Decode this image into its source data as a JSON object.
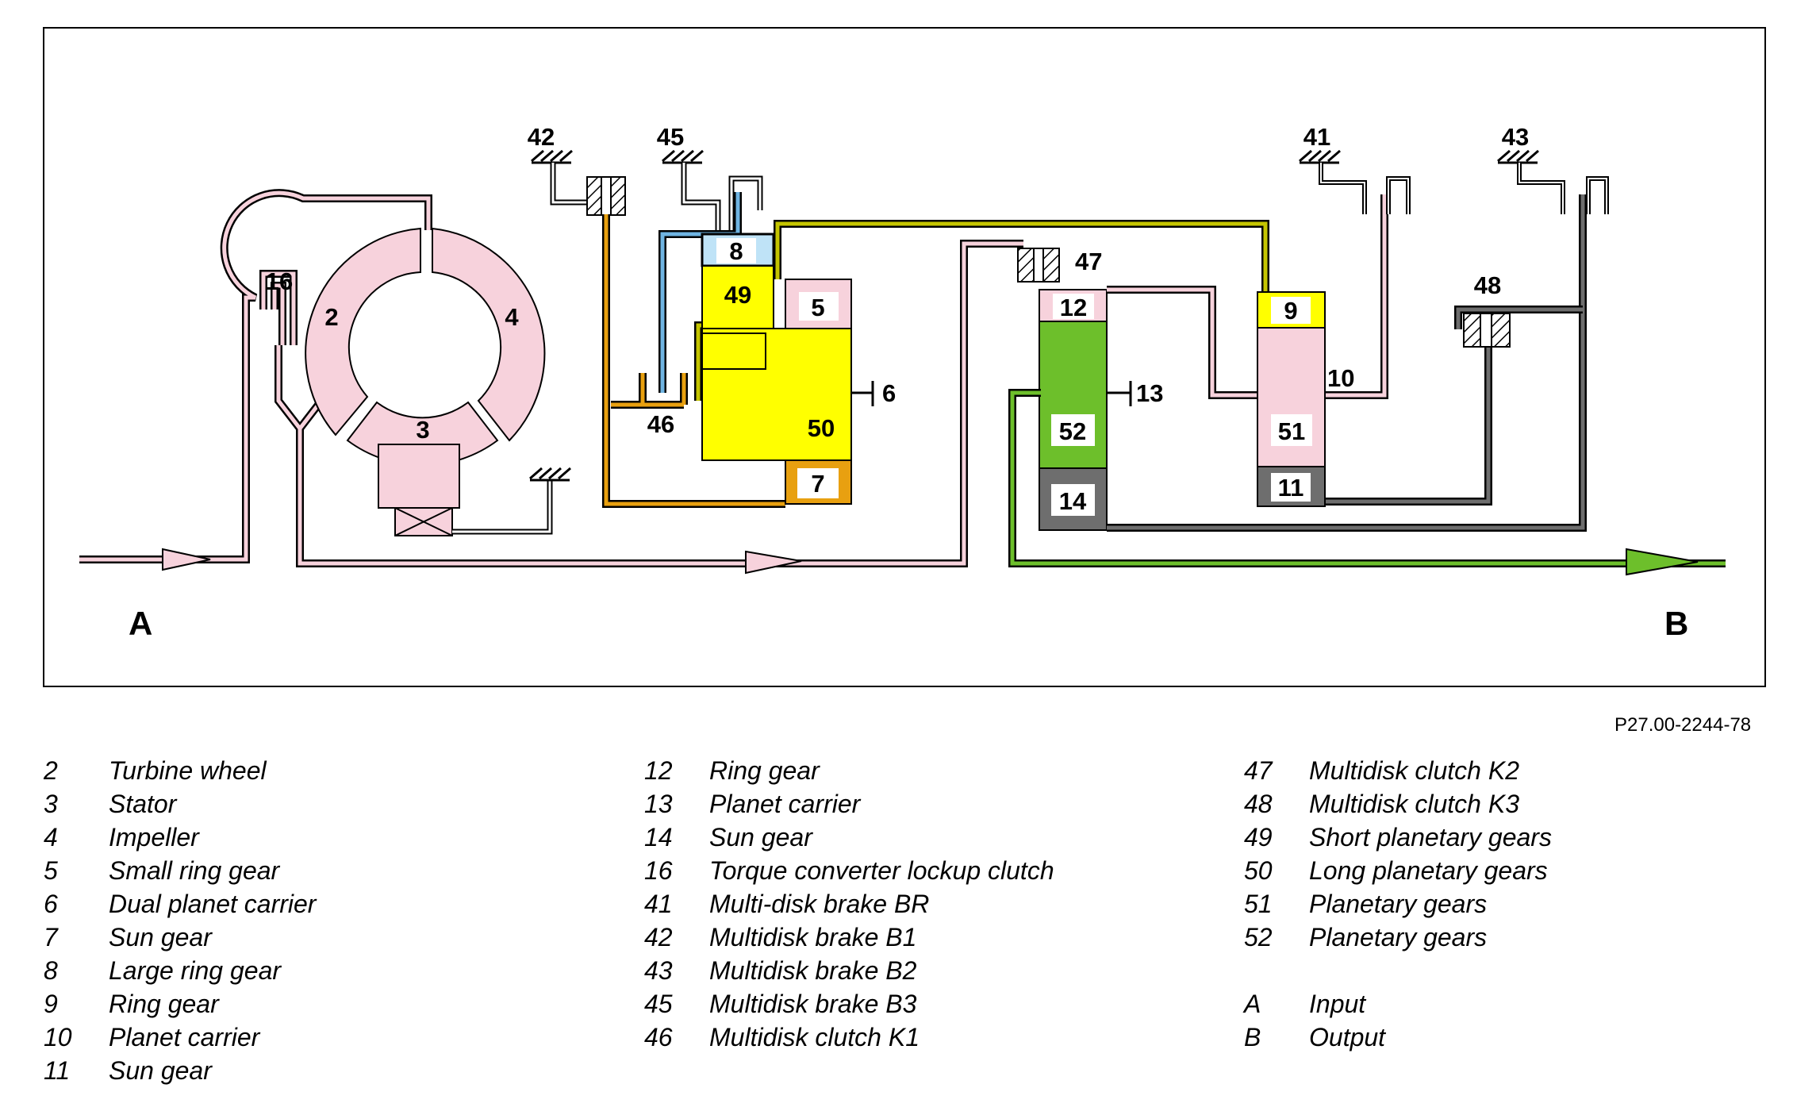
{
  "figure_ref": "P27.00-2244-78",
  "diagram_labels": {
    "l2": "2",
    "l3": "3",
    "l4": "4",
    "l5": "5",
    "l6": "6",
    "l7": "7",
    "l8": "8",
    "l9": "9",
    "l10": "10",
    "l11": "11",
    "l12": "12",
    "l13": "13",
    "l14": "14",
    "l16": "16",
    "l41": "41",
    "l42": "42",
    "l43": "43",
    "l45": "45",
    "l46": "46",
    "l47": "47",
    "l48": "48",
    "l49": "49",
    "l50": "50",
    "l51": "51",
    "l52": "52",
    "input": "A",
    "output": "B"
  },
  "legend": {
    "col1": [
      {
        "num": "2",
        "text": "Turbine wheel"
      },
      {
        "num": "3",
        "text": "Stator"
      },
      {
        "num": "4",
        "text": "Impeller"
      },
      {
        "num": "5",
        "text": "Small ring gear"
      },
      {
        "num": "6",
        "text": "Dual planet carrier"
      },
      {
        "num": "7",
        "text": "Sun gear"
      },
      {
        "num": "8",
        "text": "Large ring gear"
      },
      {
        "num": "9",
        "text": "Ring gear"
      },
      {
        "num": "10",
        "text": "Planet carrier"
      },
      {
        "num": "11",
        "text": "Sun gear"
      }
    ],
    "col2": [
      {
        "num": "12",
        "text": "Ring gear"
      },
      {
        "num": "13",
        "text": "Planet carrier"
      },
      {
        "num": "14",
        "text": "Sun gear"
      },
      {
        "num": "16",
        "text": "Torque converter lockup clutch"
      },
      {
        "num": "41",
        "text": "Multi-disk brake BR"
      },
      {
        "num": "42",
        "text": "Multidisk brake B1"
      },
      {
        "num": "43",
        "text": "Multidisk brake B2"
      },
      {
        "num": "45",
        "text": "Multidisk brake B3"
      },
      {
        "num": "46",
        "text": "Multidisk clutch K1"
      }
    ],
    "col3": [
      {
        "num": "47",
        "text": "Multidisk clutch K2"
      },
      {
        "num": "48",
        "text": "Multidisk clutch K3"
      },
      {
        "num": "49",
        "text": "Short planetary gears"
      },
      {
        "num": "50",
        "text": "Long planetary gears"
      },
      {
        "num": "51",
        "text": "Planetary gears"
      },
      {
        "num": "52",
        "text": "Planetary gears"
      }
    ],
    "col3b": [
      {
        "num": "A",
        "text": "Input"
      },
      {
        "num": "B",
        "text": "Output"
      }
    ]
  },
  "colors": {
    "pink": "#f7d2dc",
    "yellow": "#ffff00",
    "olive": "#c4c400",
    "orange": "#e8a010",
    "blue": "#6fb4e2",
    "lightblue": "#bfe3f7",
    "green": "#6dbf2b",
    "darkgray": "#6e6e6e"
  }
}
